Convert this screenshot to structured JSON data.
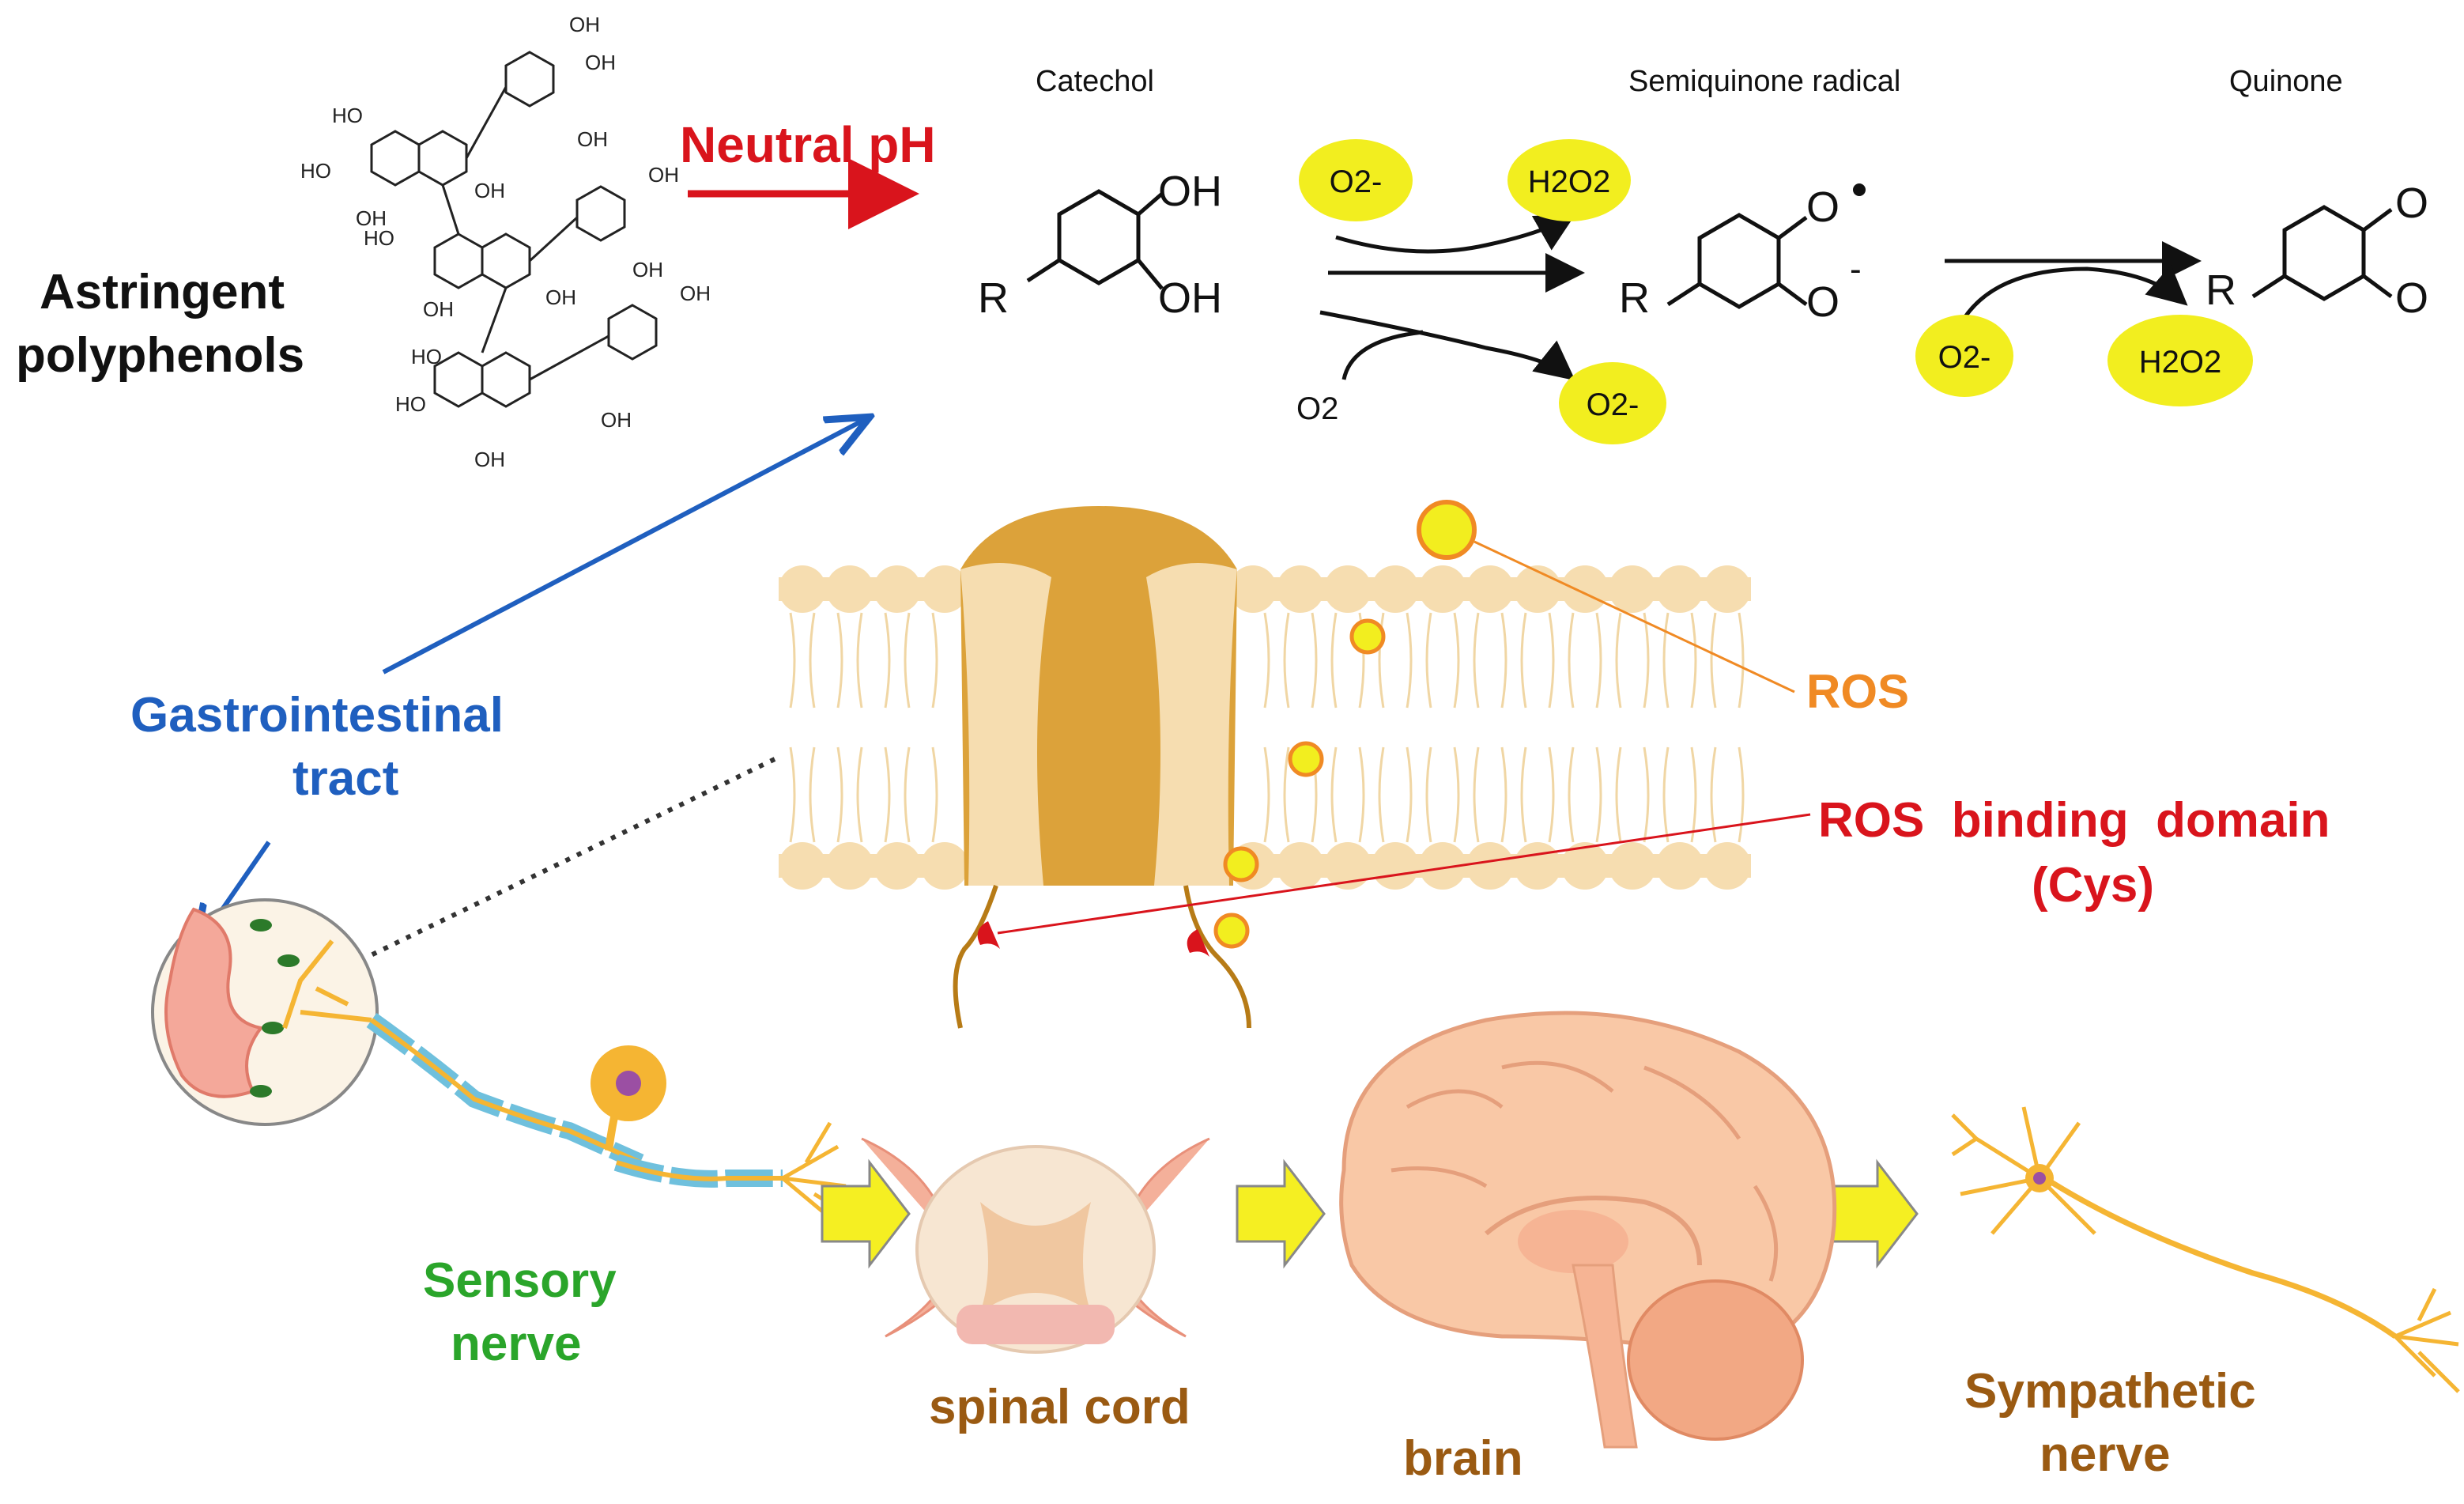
{
  "labels": {
    "astringent_line1": "Astringent",
    "astringent_line2": "polyphenols",
    "neutral_ph": "Neutral pH",
    "catechol": "Catechol",
    "semiquinone": "Semiquinone radical",
    "quinone": "Quinone",
    "oh": "OH",
    "r": "R",
    "o": "O",
    "gi_line1": "Gastrointestinal",
    "gi_line2": "tract",
    "ros": "ROS",
    "ros_binding_line1": "ROS  binding  domain",
    "ros_binding_line2": "(Cys)",
    "sensory_line1": "Sensory",
    "sensory_line2": "nerve",
    "spinal_cord": "spinal cord",
    "brain": "brain",
    "sympathetic_line1": "Sympathetic",
    "sympathetic_line2": "nerve",
    "o2_minus_1": "O2-",
    "h2o2_1": "H2O2",
    "o2_plain": "O2",
    "o2_minus_2": "O2-",
    "o2_minus_3": "O2-",
    "h2o2_2": "H2O2"
  },
  "colors": {
    "black": "#111111",
    "red": "#d9141c",
    "blue": "#1f5fbf",
    "orange": "#f08a24",
    "green": "#2aa52a",
    "brown": "#9a5a12",
    "yellow_bubble": "#f2ee1f",
    "membrane": "#f6ddb0",
    "channel": "#dca23a"
  }
}
